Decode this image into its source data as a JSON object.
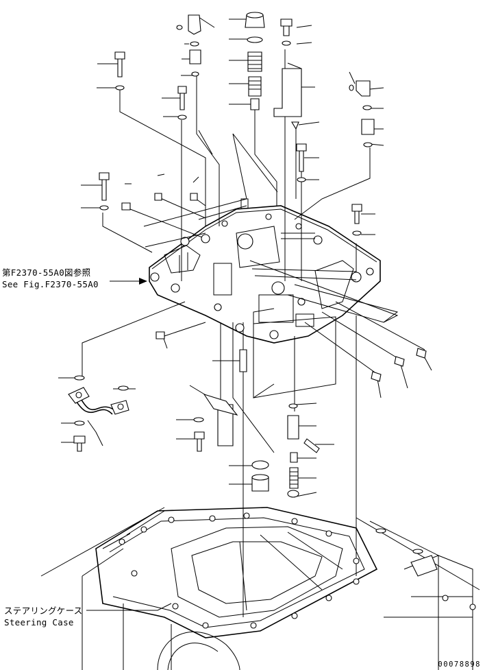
{
  "labels": {
    "ref_jp": "第F2370-55A0図参照",
    "ref_en": "See Fig.F2370-55A0",
    "case_jp": "ステアリングケース",
    "case_en": "Steering Case"
  },
  "doc_number": "00078898",
  "colors": {
    "line": "#000000",
    "background": "#ffffff"
  }
}
